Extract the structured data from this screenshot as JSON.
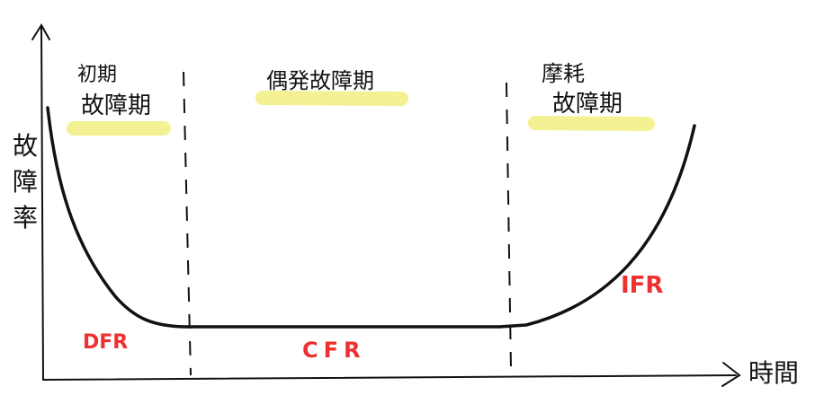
{
  "axes": {
    "y_label": "故障率",
    "x_label": "時間"
  },
  "phases": [
    {
      "id": "initial",
      "lines": [
        "初期",
        "故障期"
      ],
      "rate_label": "DFR"
    },
    {
      "id": "random",
      "lines": [
        "偶発故障期"
      ],
      "rate_label": "CFR"
    },
    {
      "id": "wearout",
      "lines": [
        "摩耗",
        "故障期"
      ],
      "rate_label": "IFR"
    }
  ],
  "colors": {
    "ink": "#111111",
    "highlight": "#f3f08a",
    "rate_label": "#ee3030"
  }
}
